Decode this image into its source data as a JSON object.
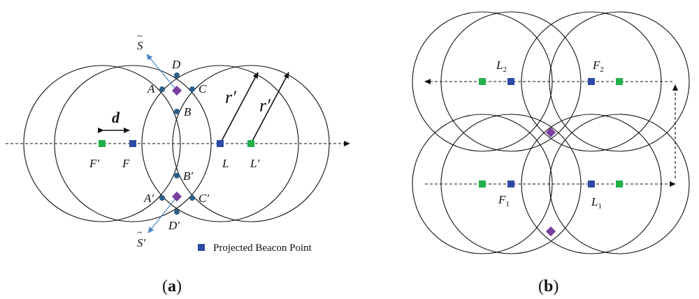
{
  "colors": {
    "blue": "#2b4aa6",
    "green": "#20b04a",
    "purple": "#7a3ea0",
    "point": "#2c5f8a",
    "arrow_blue": "#4a86c8"
  },
  "panel_a": {
    "caption_open": "(",
    "caption_letter": "a",
    "caption_close": ")",
    "labels": {
      "S_tilde": "S",
      "S_tilde_prime": "S′",
      "D": "D",
      "A": "A",
      "C": "C",
      "B": "B",
      "B_prime": "B′",
      "A_prime": "A′",
      "C_prime": "C′",
      "D_prime": "D′",
      "d": "d",
      "r_prime_1": "r′",
      "r_prime_2": "r′",
      "F_prime": "F′",
      "F": "F",
      "L": "L",
      "L_prime": "L′"
    },
    "legend": "Projected Beacon Point"
  },
  "panel_b": {
    "caption_open": "(",
    "caption_letter": "b",
    "caption_close": ")",
    "labels": {
      "L2": "L",
      "L2_sub": "2",
      "F2": "F",
      "F2_sub": "2",
      "F1": "F",
      "F1_sub": "1",
      "L1": "L",
      "L1_sub": "1"
    }
  }
}
